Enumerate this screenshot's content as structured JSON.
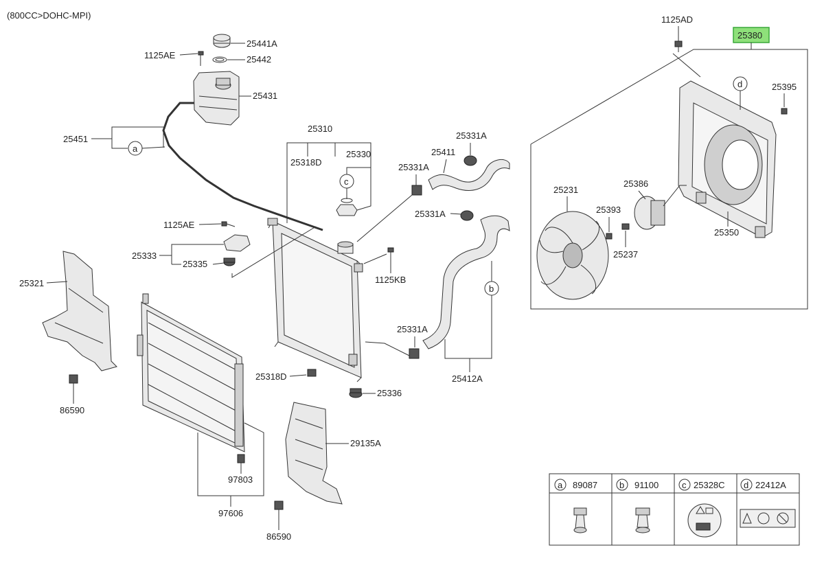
{
  "header": {
    "engine": "(800CC>DOHC-MPI)"
  },
  "labels": {
    "l25441A": "25441A",
    "l1125AE_top": "1125AE",
    "l25442": "25442",
    "l25431": "25431",
    "l25451": "25451",
    "l25310": "25310",
    "l25318D_top": "25318D",
    "l25330": "25330",
    "l25331A_a": "25331A",
    "l25331A_b": "25331A",
    "l25411": "25411",
    "l25331A_c": "25331A",
    "l1125AE_mid": "1125AE",
    "l25333": "25333",
    "l25335": "25335",
    "l1125KB": "1125KB",
    "l25321": "25321",
    "l25331A_d": "25331A",
    "l25318D_bot": "25318D",
    "l25336": "25336",
    "l25412A": "25412A",
    "l86590_left": "86590",
    "l29135A": "29135A",
    "l97803": "97803",
    "l97606": "97606",
    "l86590_bot": "86590",
    "l1125AD": "1125AD",
    "l25380": "25380",
    "l25395": "25395",
    "l25386": "25386",
    "l25231": "25231",
    "l25393": "25393",
    "l25350": "25350",
    "l25237": "25237"
  },
  "callouts": {
    "a": "a",
    "b": "b",
    "c": "c",
    "d": "d"
  },
  "legend": [
    {
      "letter": "a",
      "part": "89087"
    },
    {
      "letter": "b",
      "part": "91100"
    },
    {
      "letter": "c",
      "part": "25328C"
    },
    {
      "letter": "d",
      "part": "22412A"
    }
  ],
  "colors": {
    "highlight": "#8ee07a",
    "line": "#333333"
  }
}
